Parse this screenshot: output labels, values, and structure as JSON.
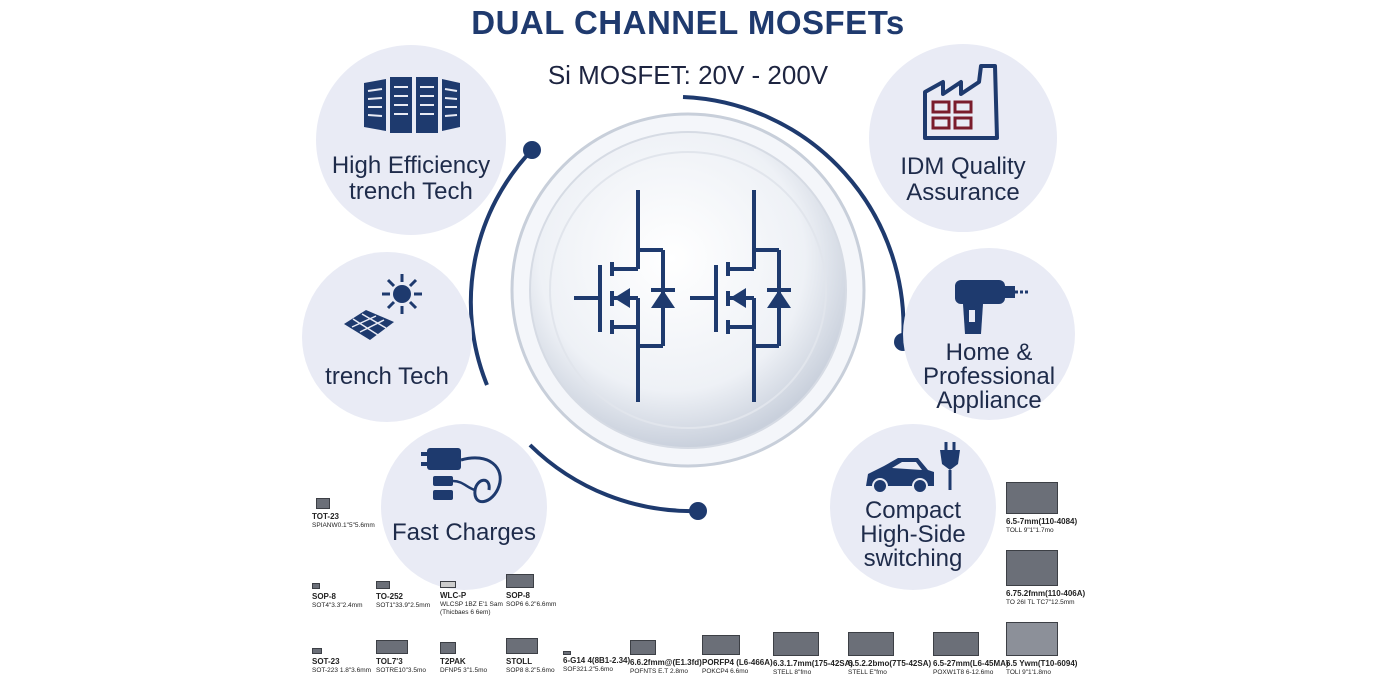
{
  "header": {
    "title": "DUAL CHANNEL MOSFETs",
    "subtitle": "Si MOSFET: 20V - 200V"
  },
  "features": {
    "high_efficiency": {
      "line1": "High Efficiency",
      "line2": "trench Tech",
      "icon": "server-rack-icon"
    },
    "trench": {
      "line1": "trench Tech",
      "icon": "solar-panel-sun-icon"
    },
    "fast_charges": {
      "line1": "Fast Charges",
      "icon": "charger-cable-icon"
    },
    "idm_quality": {
      "line1": "IDM Quality",
      "line2": "Assurance",
      "icon": "factory-icon"
    },
    "home_appliance": {
      "line1": "Home &",
      "line2": "Professional",
      "line3": "Appliance",
      "icon": "power-drill-icon"
    },
    "compact_switching": {
      "line1": "Compact",
      "line2": "High-Side",
      "line3": "switching",
      "icon": "car-plug-icon"
    }
  },
  "center": {
    "icon": "dual-mosfet-symbol-icon"
  },
  "packages": {
    "p1": {
      "name": "TOT-23",
      "dim": "SPIANW0.1\"5\"5.6mm"
    },
    "p2": {
      "name": "SOP-8",
      "dim": "SOT4\"3.3\"2.4mm"
    },
    "p3": {
      "name": "TO-252",
      "dim": "SOT1\"33.9\"2.5mm"
    },
    "p4": {
      "name": "WLC-P",
      "dim": "WLCSP 1BZ E'1 Sam",
      "dim2": "(Thicbaes 6 6em)"
    },
    "p5": {
      "name": "SOP-8",
      "dim": "SOP6 6.2\"6.6mm"
    },
    "p6": {
      "name": "SOT-23",
      "dim": "SOT-223 1.8\"3.6mm"
    },
    "p7": {
      "name": "TOL7'3",
      "dim": "SOTRE10\"3.5mo"
    },
    "p8": {
      "name": "T2PAK",
      "dim": "DFNP5 3\"1.5mo"
    },
    "p9": {
      "name": "STOLL",
      "dim": "SOP8 8.2\"5.6mo"
    },
    "p10": {
      "name": "6-G14 4(8B1-2.34)",
      "dim": "SOF321.2\"5.6mo"
    },
    "p11": {
      "name": "6.6.2fmm@(E1.3fd)",
      "dim": "POFNTS E.T 2.8mo"
    },
    "p12": {
      "name": "PORFP4 (L6-466A)",
      "dim": "POKCP4 6.6mo"
    },
    "p13": {
      "name": "6.3.1.7mm(175-42SA)",
      "dim": "STELL 8\"fmo"
    },
    "p14": {
      "name": "6.5.2.2bmo(7T5-42SA)",
      "dim": "STELL E\"fmo"
    },
    "p15": {
      "name": "6.5-27mm(L6-45MA)",
      "dim": "POXW1T8 6-12.6mo"
    },
    "p16": {
      "name": "6.5 Ywm(T10-6094)",
      "dim": "TOLI 9\"1'1.8mo"
    },
    "p17": {
      "name": "6.5-7mm(110-4084)",
      "dim": "TOLL 9\"1\"1.7mo"
    },
    "p18": {
      "name": "6.75.2fmm(110-406A)",
      "dim": "TO 26I TL TC7\"12.5mm"
    }
  },
  "colors": {
    "navy": "#1e3a6e",
    "bubble": "#e9ebf5",
    "dark_red": "#7a1c2c"
  }
}
